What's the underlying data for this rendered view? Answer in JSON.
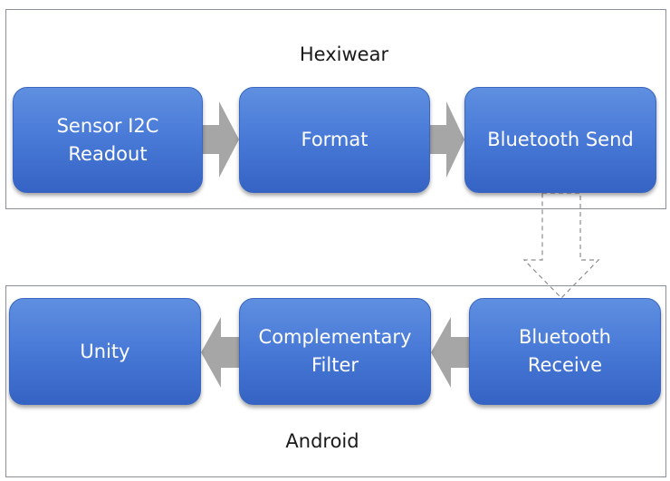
{
  "diagram": {
    "groups": {
      "top": {
        "label": "Hexiwear"
      },
      "bottom": {
        "label": "Android"
      }
    },
    "nodes": {
      "sensor": {
        "line1": "Sensor I2C",
        "line2": "Readout"
      },
      "format": {
        "label": "Format"
      },
      "bt_send": {
        "label": "Bluetooth Send"
      },
      "bt_receive": {
        "line1": "Bluetooth",
        "line2": "Receive"
      },
      "filter": {
        "line1": "Complementary",
        "line2": "Filter"
      },
      "unity": {
        "label": "Unity"
      }
    },
    "colors": {
      "node_fill": "#4a7bd8",
      "arrow_fill": "#a6a6a6",
      "dashed_arrow_stroke": "#8c8c8c",
      "group_border": "#8a8f99"
    }
  }
}
